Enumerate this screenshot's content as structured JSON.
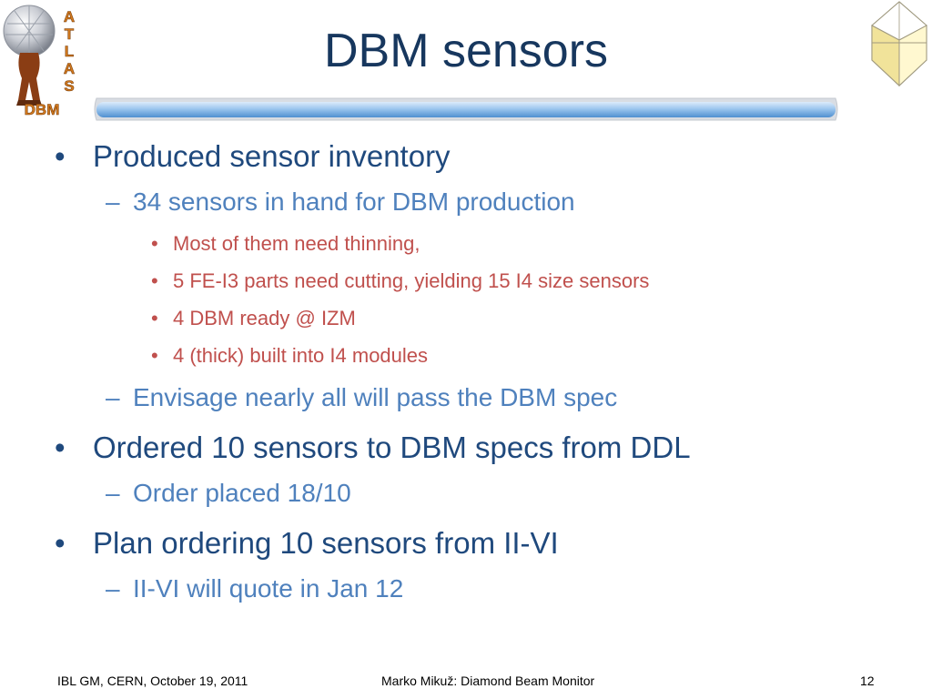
{
  "logo": {
    "letters": [
      "A",
      "T",
      "L",
      "A",
      "S"
    ],
    "sub": "DBM"
  },
  "title": "DBM sensors",
  "bullets": [
    {
      "text": "Produced sensor inventory",
      "children": [
        {
          "text": "34 sensors in hand for DBM production",
          "children": [
            {
              "text": "Most of them need thinning,"
            },
            {
              "text": "5 FE-I3 parts need cutting, yielding 15 I4 size sensors"
            },
            {
              "text": "4 DBM ready @ IZM"
            },
            {
              "text": "4 (thick) built into I4 modules"
            }
          ]
        },
        {
          "text": "Envisage nearly all will pass the DBM spec"
        }
      ]
    },
    {
      "text": "Ordered 10 sensors to DBM specs from DDL",
      "children": [
        {
          "text": "Order placed 18/10"
        }
      ]
    },
    {
      "text": "Plan ordering 10 sensors from II-VI",
      "children": [
        {
          "text": "II-VI will quote in Jan 12"
        }
      ]
    }
  ],
  "footer": {
    "left": "IBL GM, CERN, October 19, 2011",
    "center": "Marko Mikuž: Diamond Beam Monitor",
    "page": "12"
  }
}
